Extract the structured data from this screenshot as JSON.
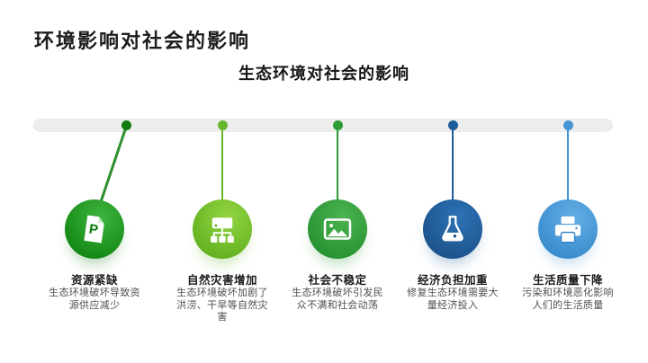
{
  "slide": {
    "title": "环境影响对社会的影响",
    "subtitle": "生态环境对社会的影响",
    "background_color": "#ffffff",
    "timeline_bar_color": "#ededee",
    "title_color": "#1c1c1c",
    "description_color": "#4f4f4f"
  },
  "items": [
    {
      "title": "资源紧缺",
      "description": "生态环境破坏导致资源供应减少",
      "icon": "presentation-file-icon",
      "colors": {
        "dot": "#0f7c0f",
        "line": "#2f8f2f",
        "circle_light": "#3eb53e",
        "circle_dark": "#077a07",
        "shadow": "rgba(15,124,15,0.35)"
      }
    },
    {
      "title": "自然灾害增加",
      "description": "生态环境破坏加剧了洪涝、干旱等自然灾害",
      "icon": "sitemap-icon",
      "colors": {
        "dot": "#66b72b",
        "line": "#66b72b",
        "circle_light": "#93d542",
        "circle_dark": "#55a717",
        "shadow": "rgba(102,183,43,0.35)"
      }
    },
    {
      "title": "社会不稳定",
      "description": "生态环境破坏引发民众不满和社会动荡",
      "icon": "image-icon",
      "colors": {
        "dot": "#2c9b35",
        "line": "#2c9b35",
        "circle_light": "#4bb350",
        "circle_dark": "#1d8929",
        "shadow": "rgba(44,155,53,0.35)"
      }
    },
    {
      "title": "经济负担加重",
      "description": "修复生态环境需要大量经济投入",
      "icon": "flask-icon",
      "colors": {
        "dot": "#1d5d99",
        "line": "#1d5d99",
        "circle_light": "#2e72b5",
        "circle_dark": "#164a80",
        "shadow": "rgba(29,93,153,0.35)"
      }
    },
    {
      "title": "生活质量下降",
      "description": "污染和环境恶化影响人们的生活质量",
      "icon": "printer-icon",
      "colors": {
        "dot": "#4596d6",
        "line": "#4596d6",
        "circle_light": "#63aee6",
        "circle_dark": "#2e82c5",
        "shadow": "rgba(69,150,214,0.35)"
      }
    }
  ]
}
